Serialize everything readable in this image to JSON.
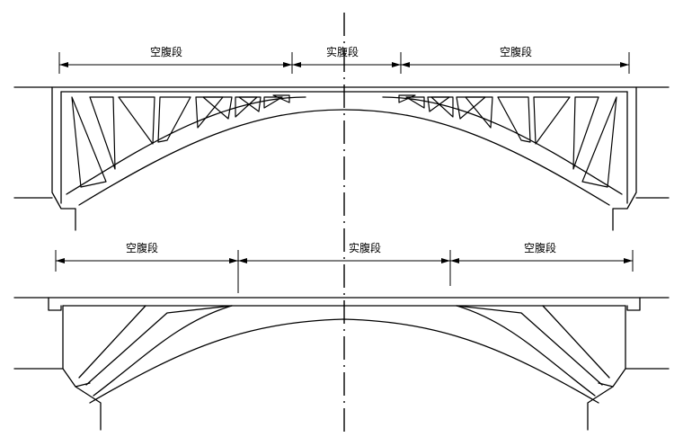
{
  "top_diagram": {
    "segments": [
      {
        "label": "空腹段"
      },
      {
        "label": "实腹段"
      },
      {
        "label": "空腹段"
      }
    ]
  },
  "bottom_diagram": {
    "segments": [
      {
        "label": "空腹段"
      },
      {
        "label": "实腹段"
      },
      {
        "label": "空腹段"
      }
    ]
  }
}
